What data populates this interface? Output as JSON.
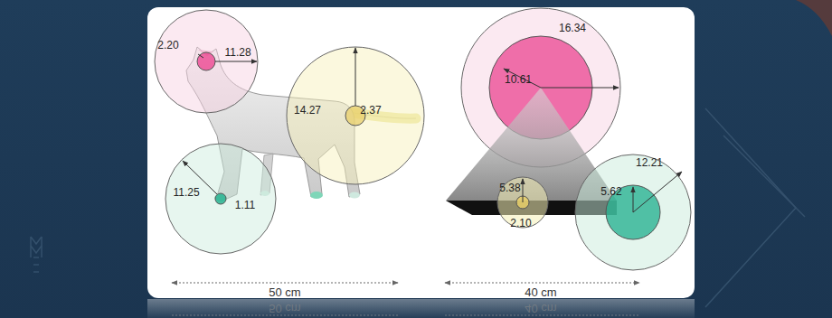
{
  "diagram": {
    "labels": [
      "2.20",
      "11.28",
      "14.27",
      "2.37",
      "11.25",
      "1.11",
      "50 cm",
      "16.34",
      "10.61",
      "5.38",
      "2.10",
      "12.21",
      "5.62",
      "40 cm",
      "50 cm",
      "40 cm"
    ]
  }
}
